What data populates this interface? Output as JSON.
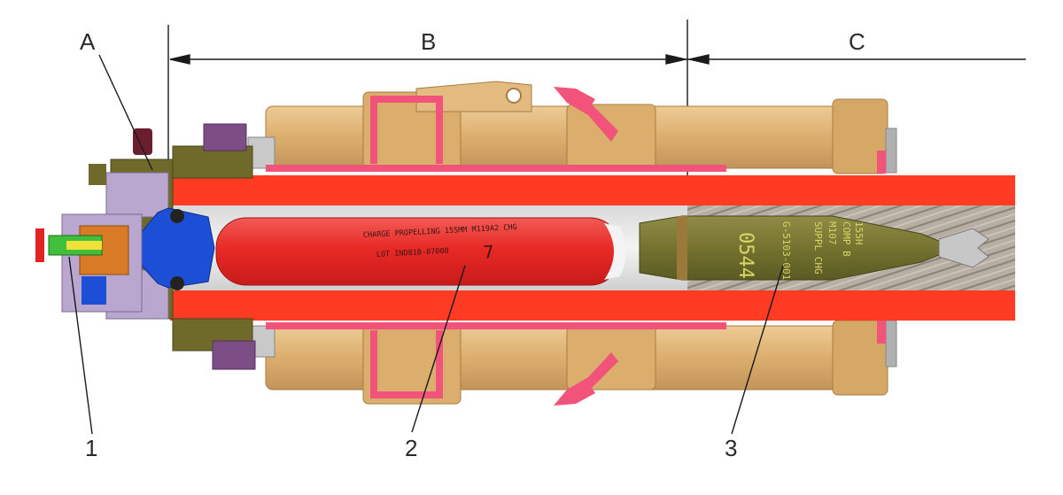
{
  "sections": [
    {
      "id": "A",
      "label": "A"
    },
    {
      "id": "B",
      "label": "B"
    },
    {
      "id": "C",
      "label": "C"
    }
  ],
  "callouts": [
    {
      "id": "1",
      "label": "1"
    },
    {
      "id": "2",
      "label": "2"
    },
    {
      "id": "3",
      "label": "3"
    }
  ],
  "charge_bag": {
    "line1": "CHARGE PROPELLING 155MM M119A2 CHG",
    "charge_no": "7",
    "line2": "LOT IND81B-07000"
  },
  "projectile": {
    "number": "0544",
    "line1": "155H",
    "line2": "COMP B",
    "line3": "G-5103-001",
    "line4": "M107",
    "line5": "SUPPL CHG"
  },
  "colors": {
    "tube": "#ff3b24",
    "cradle": "#e0b273",
    "cradle_shadow": "#b98a4e",
    "highlight": "#f2537a",
    "projectile": "#7b7a35",
    "breech_blue": "#1d4fd6",
    "breech_lilac": "#b9a7cf",
    "breech_olive": "#6f6a2a",
    "purple": "#7d4d86",
    "line": "#1a1a1a"
  }
}
